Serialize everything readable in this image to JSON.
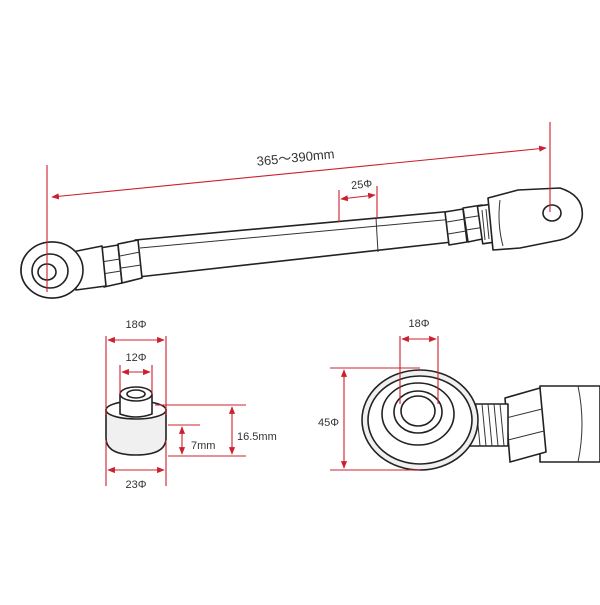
{
  "labels": {
    "overall_length": "365～390mm",
    "body_diameter": "25Φ",
    "collar_outer_top": "18Φ",
    "collar_inner": "12Φ",
    "collar_height_total": "16.5mm",
    "collar_step_height": "7mm",
    "collar_base": "23Φ",
    "rod_end_inner": "18Φ",
    "rod_end_outer": "45Φ"
  },
  "colors": {
    "dimension": "#cc2030",
    "outline": "#222222",
    "text": "#333333"
  }
}
